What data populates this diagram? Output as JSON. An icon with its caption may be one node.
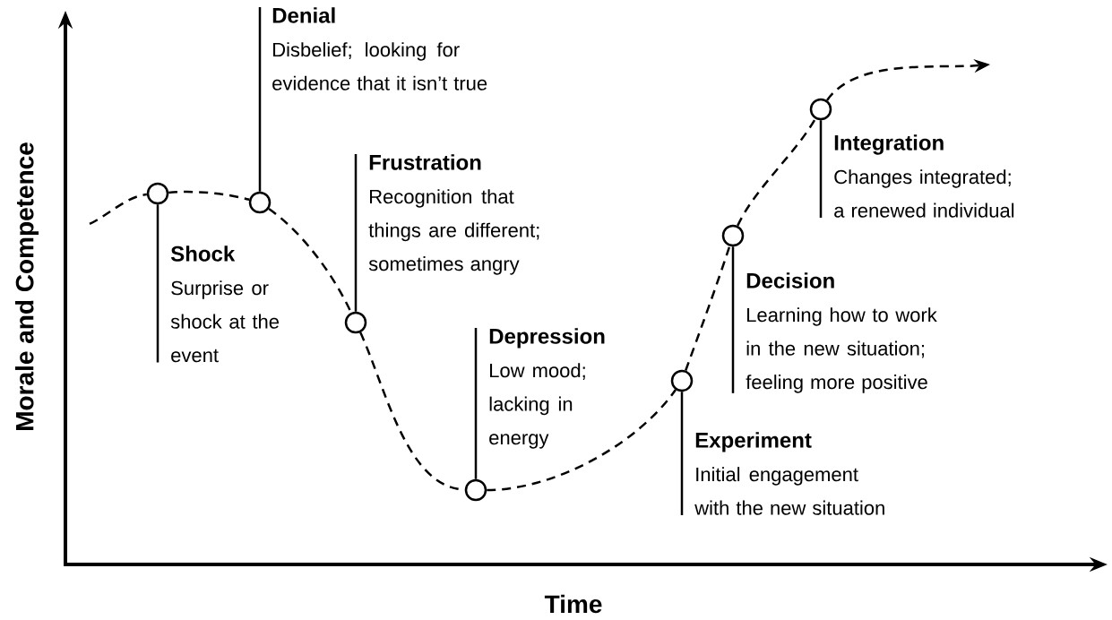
{
  "diagram": {
    "nodes": [
      {
        "text": [],
        "shape": "circle"
      },
      {
        "text": [
          "Shock",
          "Surprise or shock at the event"
        ]
      },
      {
        "text": [],
        "shape": "circle"
      },
      {
        "text": [
          "Denial",
          "Disbelief; looking for evidence that it isn’t true"
        ]
      },
      {
        "text": [],
        "shape": "circle"
      },
      {
        "text": [
          "Frustration",
          "Recognition that things are different; sometimes angry"
        ]
      },
      {
        "text": [],
        "shape": "circle"
      },
      {
        "text": [
          "Depression",
          "Low mood; lacking in energy"
        ]
      },
      {
        "text": [],
        "shape": "circle"
      },
      {
        "text": [
          "Experiment",
          "Initial engagement with the new situation"
        ]
      },
      {
        "text": [],
        "shape": "circle"
      },
      {
        "text": [
          "Decision",
          "Learning how to work in the new situation; feeling more positive"
        ]
      },
      {
        "text": [],
        "shape": "circle"
      },
      {
        "text": [
          "Integration",
          "Changes integrated; a renewed individual"
        ]
      }
    ],
    "edges": [
      {
        "from": null,
        "to": 0,
        "arrow": "none",
        "style": "dashed"
      },
      {
        "from": 0,
        "to": 2,
        "arrow": "none",
        "style": "dashed"
      },
      {
        "from": 2,
        "to": 4,
        "arrow": "none",
        "style": "dashed"
      },
      {
        "from": 4,
        "to": 6,
        "arrow": "none",
        "style": "dashed"
      },
      {
        "from": 6,
        "to": 8,
        "arrow": "none",
        "style": "dashed"
      },
      {
        "from": 8,
        "to": 10,
        "arrow": "none",
        "style": "dashed"
      },
      {
        "from": 10,
        "to": 12,
        "arrow": "none",
        "style": "dashed"
      },
      {
        "from": 12,
        "to": null,
        "arrow": "to",
        "style": "dashed"
      },
      {
        "from": 1,
        "to": 0,
        "arrow": "none"
      },
      {
        "from": 3,
        "to": 2,
        "arrow": "none"
      },
      {
        "from": 5,
        "to": 4,
        "arrow": "none"
      },
      {
        "from": 7,
        "to": 6,
        "arrow": "none"
      },
      {
        "from": 9,
        "to": 8,
        "arrow": "none"
      },
      {
        "from": 11,
        "to": 10,
        "arrow": "none"
      },
      {
        "from": 13,
        "to": 12,
        "arrow": "none"
      }
    ],
    "labels": [
      "Morale and Competence",
      "Time"
    ]
  }
}
